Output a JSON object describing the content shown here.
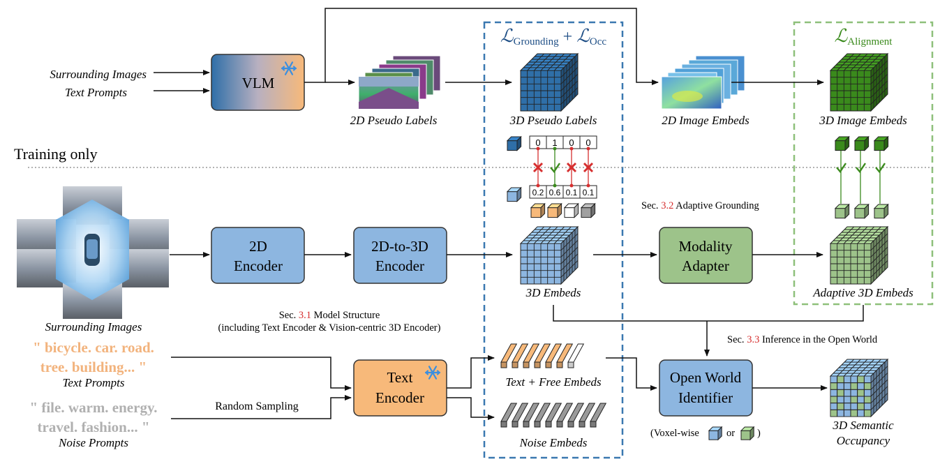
{
  "top": {
    "input_line1": "Surrounding Images",
    "input_line2": "Text Prompts",
    "vlm_label": "VLM",
    "pseudo2d_caption": "2D Pseudo Labels",
    "pseudo3d_caption": "3D Pseudo Labels",
    "img_embeds2d_caption": "2D Image Embeds",
    "img_embeds3d_caption": "3D Image Embeds"
  },
  "loss": {
    "grounding_script": "ℒ",
    "grounding_sub1": "Grounding",
    "plus": "+",
    "occ_script": "ℒ",
    "occ_sub": "Occ",
    "align_script": "ℒ",
    "align_sub": "Alignment"
  },
  "training_only": "Training only",
  "grounding_vals": {
    "targets": [
      "0",
      "1",
      "0",
      "0"
    ],
    "preds": [
      "0.2",
      "0.6",
      "0.1",
      "0.1"
    ],
    "marks": [
      "cross",
      "check",
      "cross",
      "cross"
    ]
  },
  "bottom": {
    "surround_caption": "Surrounding Images",
    "encoder2d_l1": "2D",
    "encoder2d_l2": "Encoder",
    "enc2d3d_l1": "2D-to-3D",
    "enc2d3d_l2": "Encoder",
    "embeds3d_caption": "3D Embeds",
    "adapter_l1": "Modality",
    "adapter_l2": "Adapter",
    "adaptive_caption": "Adaptive 3D Embeds",
    "sec31_prefix": "Sec. ",
    "sec31_num": "3.1",
    "sec31_suffix": " Model Structure",
    "sec31_line2": "(including Text Encoder & Vision-centric 3D Encoder)",
    "sec32_prefix": "Sec. ",
    "sec32_num": "3.2",
    "sec32_suffix": " Adaptive Grounding",
    "sec33_prefix": "Sec. ",
    "sec33_num": "3.3",
    "sec33_suffix": " Inference in the Open World",
    "text_prompt_l1": "\" bicycle. car. road.",
    "text_prompt_l2": "tree. building... \"",
    "text_prompts_caption": "Text Prompts",
    "noise_prompt_l1": "\" file. warm. energy.",
    "noise_prompt_l2": "travel. fashion... \"",
    "noise_prompts_caption": "Noise Prompts",
    "random_sampling": "Random Sampling",
    "text_enc_l1": "Text",
    "text_enc_l2": "Encoder",
    "text_free_caption": "Text + Free Embeds",
    "noise_embeds_caption": "Noise Embeds",
    "owi_l1": "Open World",
    "owi_l2": "Identifier",
    "voxelwise_prefix": "(Voxel-wise",
    "voxelwise_or": "or",
    "voxelwise_suffix": ")",
    "occupancy_l1": "3D Semantic",
    "occupancy_l2": "Occupancy"
  },
  "colors": {
    "dark_blue": "#2f6fa8",
    "light_blue": "#8db6e0",
    "dark_green": "#3a8a1c",
    "light_green": "#9dc38a",
    "orange": "#f7b97a",
    "red": "#d62f2f",
    "dashed_blue": "#3a78b0",
    "dashed_green": "#8ec07a",
    "prompt_orange": "#f2b37d",
    "prompt_gray": "#b0b0b0"
  },
  "icons": [
    "snowflake-icon",
    "check-icon",
    "cross-icon"
  ]
}
